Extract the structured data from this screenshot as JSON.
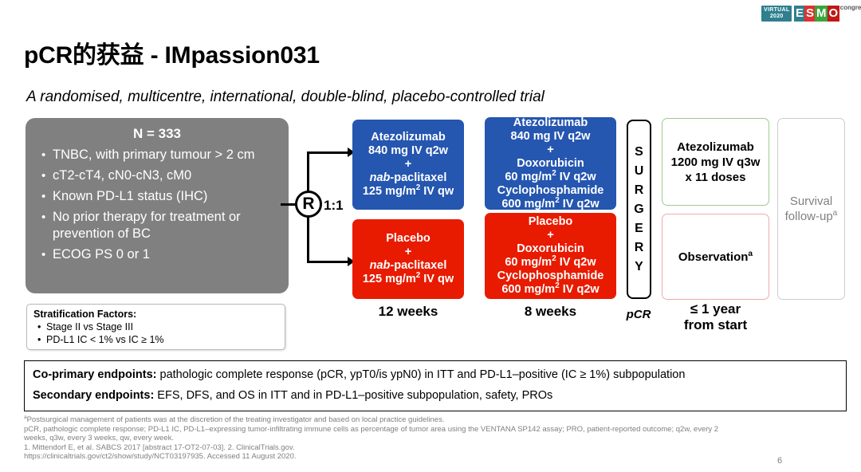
{
  "logo": {
    "virtual_line1": "VIRTUAL",
    "virtual_line2": "2020",
    "e": "E",
    "s": "S",
    "m": "M",
    "o": "O",
    "congress": "congress"
  },
  "title": "pCR的获益 - IMpassion031",
  "subtitle": "A randomised, multicentre, international, double-blind, placebo-controlled trial",
  "population": {
    "n_label": "N = 333",
    "bullet": "•",
    "criteria": [
      "TNBC, with primary tumour > 2 cm",
      "cT2-cT4, cN0-cN3, cM0",
      "Known PD-L1 status (IHC)",
      "No prior therapy for treatment or prevention of BC",
      "ECOG PS 0 or 1"
    ]
  },
  "randomisation": {
    "symbol": "R",
    "ratio": "1:1"
  },
  "arms": {
    "neoadjuvant_atezo": {
      "line1": "Atezolizumab",
      "line2": "840 mg IV q2w",
      "line3": "+",
      "line4_italic": "nab",
      "line4_rest": "-paclitaxel",
      "line5": "125 mg/m",
      "line5_sup": "2",
      "line5_rest": " IV qw"
    },
    "neoadjuvant_placebo": {
      "line1": "Placebo",
      "line2": "+",
      "line3_italic": "nab",
      "line3_rest": "-paclitaxel",
      "line4": "125 mg/m",
      "line4_sup": "2",
      "line4_rest": " IV qw"
    },
    "ac_atezo": {
      "line1": "Atezolizumab",
      "line2": "840 mg IV q2w",
      "line3": "+",
      "line4": "Doxorubicin",
      "line5": "60 mg/m",
      "line5_sup": "2",
      "line5_rest": " IV q2w",
      "line6": "Cyclophosphamide",
      "line7": "600 mg/m",
      "line7_sup": "2",
      "line7_rest": " IV q2w"
    },
    "ac_placebo": {
      "line1": "Placebo",
      "line2": "+",
      "line3": "Doxorubicin",
      "line4": "60 mg/m",
      "line4_sup": "2",
      "line4_rest": " IV q2w",
      "line5": "Cyclophosphamide",
      "line6": "600 mg/m",
      "line6_sup": "2",
      "line6_rest": " IV q2w"
    }
  },
  "surgery": {
    "letters": [
      "S",
      "U",
      "R",
      "G",
      "E",
      "R",
      "Y"
    ]
  },
  "adjuvant": {
    "atezolizumab": {
      "line1": "Atezolizumab",
      "line2": "1200 mg IV q3w",
      "line3": "x 11 doses"
    },
    "observation": {
      "label": "Observation",
      "sup": "a"
    },
    "followup": {
      "line1": "Survival",
      "line2": "follow-up",
      "sup": "a"
    }
  },
  "timeline": {
    "neoadjuvant_duration": "12 weeks",
    "ac_duration": "8 weeks",
    "surgery_endpoint": "pCR",
    "adjuvant_duration_line1": "≤ 1 year",
    "adjuvant_duration_line2": "from start"
  },
  "stratification": {
    "title": "Stratification Factors:",
    "bullet": "•",
    "items": [
      "Stage II vs Stage III",
      "PD-L1 IC < 1% vs IC ≥ 1%"
    ]
  },
  "endpoints": {
    "coprimary_label": "Co-primary endpoints:",
    "coprimary_text": " pathologic complete response (pCR, ypT0/is ypN0) in ITT and PD-L1–positive (IC ≥ 1%) subpopulation",
    "secondary_label": "Secondary endpoints:",
    "secondary_text": " EFS, DFS, and OS in ITT and in PD-L1–positive subpopulation, safety, PROs"
  },
  "footnotes": {
    "sup_a": "a",
    "line1": "Postsurgical management of patients was at the discretion of the treating investigator and based on local practice guidelines.",
    "line2": "pCR, pathologic complete response; PD-L1 IC, PD-L1–expressing tumor-infiltrating immune cells as percentage of tumor area using the VENTANA SP142 assay; PRO, patient-reported outcome; q2w, every 2",
    "line3": "weeks, q3w, every 3 weeks, qw, every week.",
    "line4": "1. Mittendorf E, et al. SABCS 2017 [abstract 17-OT2-07-03]. 2. ClinicalTrials.gov.",
    "line5": "https://clinicaltrials.gov/ct2/show/study/NCT03197935. Accessed 11 August 2020."
  },
  "slide_number": "6",
  "colors": {
    "atezolizumab_blue": "#2556b0",
    "placebo_red": "#e81b00",
    "population_gray": "#808080",
    "adjuvant_green_border": "#9ecb8f",
    "observation_pink_border": "#f0aaaa"
  }
}
